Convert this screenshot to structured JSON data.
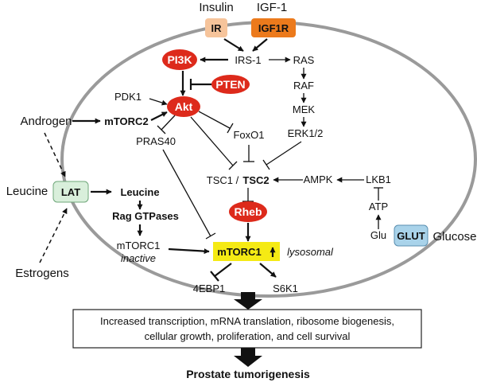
{
  "labels": {
    "insulin": "Insulin",
    "igf1": "IGF-1",
    "ir": "IR",
    "igf1r": "IGF1R",
    "irs1": "IRS-1",
    "pi3k": "PI3K",
    "pten": "PTEN",
    "ras": "RAS",
    "raf": "RAF",
    "mek": "MEK",
    "erk": "ERK1/2",
    "pdk1": "PDK1",
    "akt": "Akt",
    "androgen": "Androgen",
    "mtorc2": "mTORC2",
    "pras40": "PRAS40",
    "foxo1": "FoxO1",
    "tsc1": "TSC1 /",
    "tsc2": "TSC2",
    "ampk": "AMPK",
    "lkb1": "LKB1",
    "atp": "ATP",
    "glu": "Glu",
    "glut": "GLUT",
    "glucose": "Glucose",
    "leucine_out": "Leucine",
    "lat": "LAT",
    "leucine_in": "Leucine",
    "rag": "Rag GTPases",
    "rheb": "Rheb",
    "mtorc1_inactive": "mTORC1",
    "inactive": "inactive",
    "mtorc1_active": "mTORC1",
    "lysosomal": "lysosomal",
    "estrogens": "Estrogens",
    "ebp1": "4EBP1",
    "s6k1": "S6K1",
    "outcome_line1": "Increased transcription, mRNA translation, ribosome biogenesis,",
    "outcome_line2": "cellular growth, proliferation, and cell survival",
    "final": "Prostate tumorigenesis"
  },
  "colors": {
    "red_node": "#dd2a1b",
    "ir_fill": "#f6c49b",
    "igf1r_fill": "#ec7a1c",
    "membrane": "#9a9a9a",
    "lat_fill": "#d9efdb",
    "glut_fill": "#a9d3ea",
    "mtorc1_fill": "#f5ea14"
  }
}
